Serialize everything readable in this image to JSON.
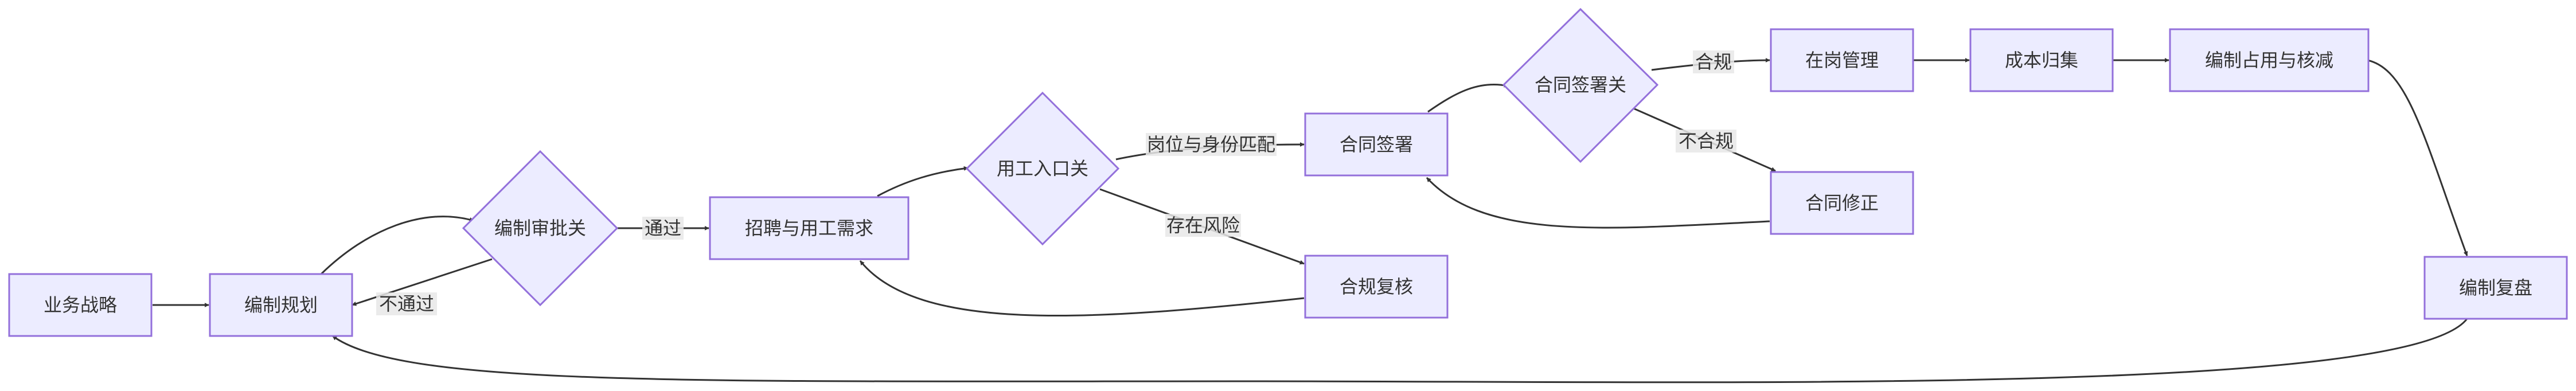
{
  "nodes": {
    "business_strategy": "业务战略",
    "staffing_plan": "编制规划",
    "staffing_approval_gate": "编制审批关",
    "recruit_demand": "招聘与用工需求",
    "employment_entry_gate": "用工入口关",
    "contract_signing": "合同签署",
    "compliance_review": "合规复核",
    "contract_signing_gate": "合同签署关",
    "contract_correction": "合同修正",
    "on_post_management": "在岗管理",
    "cost_attribution": "成本归集",
    "staffing_occupancy": "编制占用与核减",
    "staffing_review": "编制复盘"
  },
  "edge_labels": {
    "pass": "通过",
    "fail": "不通过",
    "position_identity_match": "岗位与身份匹配",
    "risk_exists": "存在风险",
    "compliant": "合规",
    "non_compliant": "不合规"
  },
  "colors": {
    "node_fill": "#ECECFF",
    "node_stroke": "#9370DB",
    "edge": "#333333",
    "label_bg": "#E8E8E8"
  }
}
